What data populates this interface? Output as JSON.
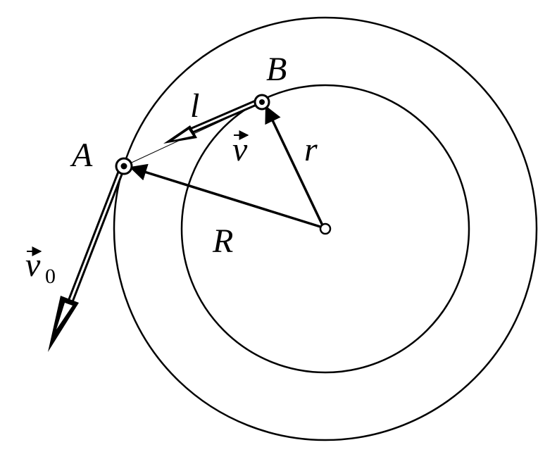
{
  "labels": {
    "point_a": "A",
    "point_b": "B",
    "length_l": "l",
    "velocity_v": "v",
    "radius_r": "r",
    "radius_R": "R",
    "velocity_v0": "v",
    "velocity_v0_subscript": "0"
  }
}
